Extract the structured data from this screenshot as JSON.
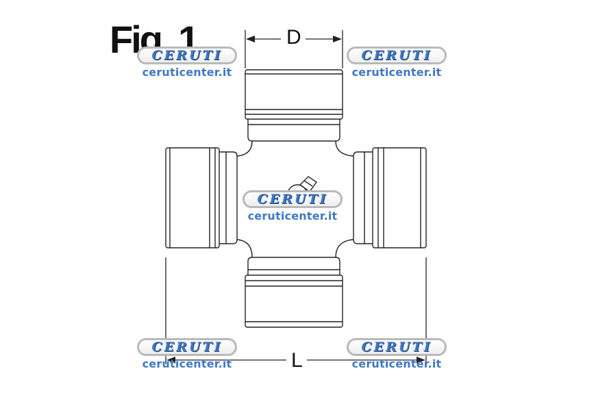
{
  "figure": {
    "title": "Fig. 1"
  },
  "dimensions": {
    "d_label": "D",
    "l_label": "L"
  },
  "watermark": {
    "brand": "CERUTI",
    "site": "ruticenter.it",
    "site_prefix": "ce"
  },
  "colors": {
    "watermark_blue": "#3f78c4",
    "line": "#222222",
    "outline_ring": "#b9b9b9"
  }
}
